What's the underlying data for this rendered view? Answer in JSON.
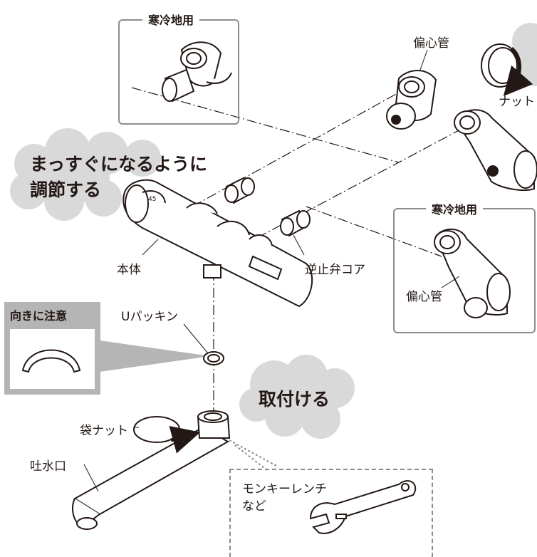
{
  "labels": {
    "cold_region_top": "寒冷地用",
    "eccentric_pipe_top": "偏心管",
    "nut": "ナット",
    "adjust_line1": "まっすぐになるように",
    "adjust_line2": "調節する",
    "cold_region_right": "寒冷地用",
    "check_valve_core": "逆止弁コア",
    "body": "本体",
    "eccentric_pipe_right": "偏心管",
    "orientation_note": "向きに注意",
    "u_packing": "Uパッキン",
    "attach": "取付ける",
    "cap_nut": "袋ナット",
    "spout": "吐水口",
    "wrench_line1": "モンキーレンチ",
    "wrench_line2": "など"
  },
  "colors": {
    "text": "#231815",
    "frame": "#8c8c8c",
    "cloud": "#d9d9d9",
    "note_panel": "#b5b5b5"
  }
}
